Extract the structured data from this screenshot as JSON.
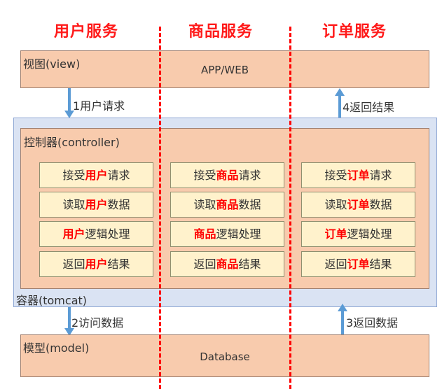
{
  "headers": {
    "user": "用户服务",
    "product": "商品服务",
    "order": "订单服务"
  },
  "view": {
    "label": "视图(view)",
    "center": "APP/WEB"
  },
  "arrows": {
    "step1": "1用户请求",
    "step2": "2访问数据",
    "step3": "3返回数据",
    "step4": "4返回结果"
  },
  "container": {
    "label": "容器(tomcat)"
  },
  "controller": {
    "label": "控制器(controller)"
  },
  "columns": [
    {
      "name": "用户",
      "rows": [
        {
          "pre": "接受",
          "hl": "用户",
          "post": "请求"
        },
        {
          "pre": "读取",
          "hl": "用户",
          "post": "数据"
        },
        {
          "pre": "",
          "hl": "用户",
          "post": "逻辑处理"
        },
        {
          "pre": "返回",
          "hl": "用户",
          "post": "结果"
        }
      ]
    },
    {
      "name": "商品",
      "rows": [
        {
          "pre": "接受",
          "hl": "商品",
          "post": "请求"
        },
        {
          "pre": "读取",
          "hl": "商品",
          "post": "数据"
        },
        {
          "pre": "",
          "hl": "商品",
          "post": "逻辑处理"
        },
        {
          "pre": "返回",
          "hl": "商品",
          "post": "结果"
        }
      ]
    },
    {
      "name": "订单",
      "rows": [
        {
          "pre": "接受",
          "hl": "订单",
          "post": "请求"
        },
        {
          "pre": "读取",
          "hl": "订单",
          "post": "数据"
        },
        {
          "pre": "",
          "hl": "订单",
          "post": "逻辑处理"
        },
        {
          "pre": "返回",
          "hl": "订单",
          "post": "结果"
        }
      ]
    }
  ],
  "model": {
    "label": "模型(model)",
    "center": "Database"
  },
  "colors": {
    "header": "#ff1a1a",
    "layer_fill": "#f8cbad",
    "container_fill": "#dae3f3",
    "cell_fill": "#fff2cc",
    "arrow": "#5b9bd5",
    "divider": "#ff0000"
  }
}
